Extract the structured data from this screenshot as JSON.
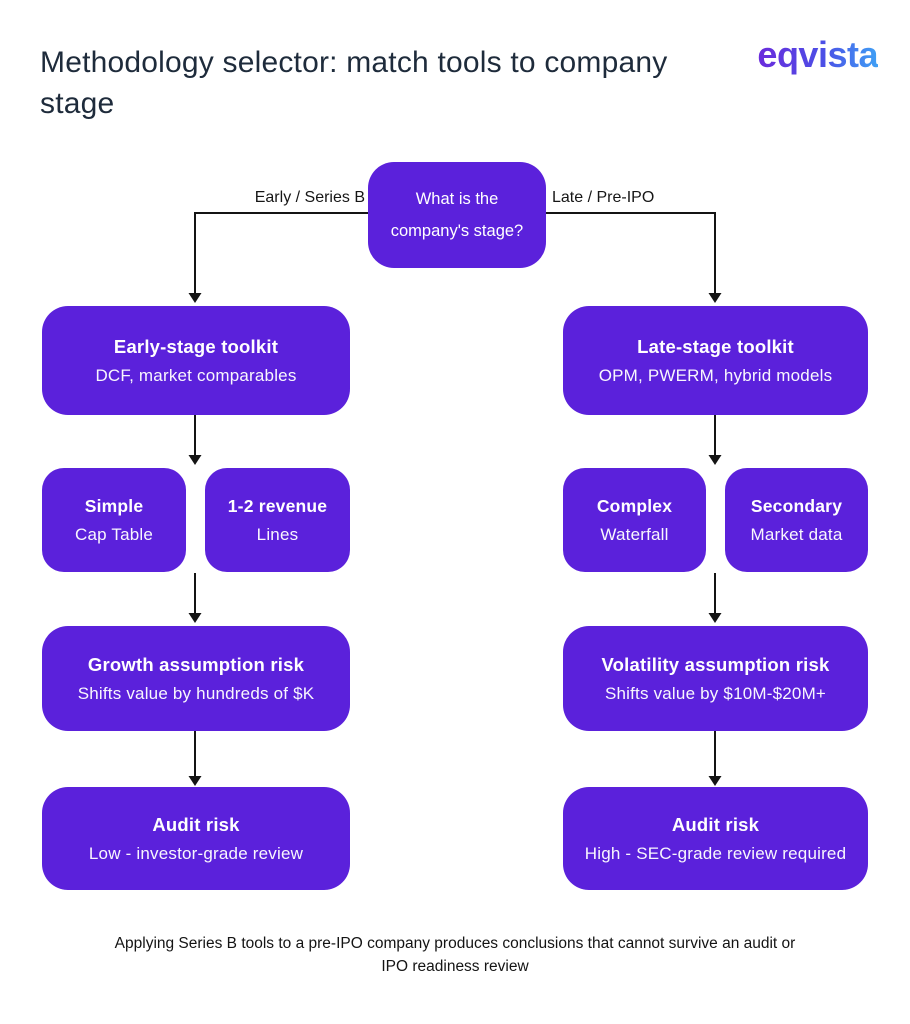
{
  "header": {
    "title": "Methodology selector: match tools to company stage",
    "logo": "eqvista"
  },
  "colors": {
    "node_purple": "#5B21DB",
    "title_navy": "#1E2B3B",
    "connector_black": "#141414",
    "logo_gradient_start": "#6B2BDC",
    "logo_gradient_end": "#3FA0F5"
  },
  "flowchart": {
    "root_question": {
      "line1": "What is the",
      "line2": "company's stage?"
    },
    "branch_labels": {
      "left": "Early / Series B",
      "right": "Late / Pre-IPO"
    },
    "left_branch": {
      "toolkit": {
        "title": "Early-stage toolkit",
        "subtitle": "DCF, market comparables"
      },
      "pair": [
        {
          "title": "Simple",
          "subtitle": "Cap Table"
        },
        {
          "title": "1-2 revenue",
          "subtitle": "Lines"
        }
      ],
      "risk": {
        "title": "Growth assumption risk",
        "subtitle": "Shifts value by hundreds of $K"
      },
      "audit": {
        "title": "Audit risk",
        "subtitle": "Low - investor-grade review"
      }
    },
    "right_branch": {
      "toolkit": {
        "title": "Late-stage toolkit",
        "subtitle": "OPM, PWERM, hybrid models"
      },
      "pair": [
        {
          "title": "Complex",
          "subtitle": "Waterfall"
        },
        {
          "title": "Secondary",
          "subtitle": "Market data"
        }
      ],
      "risk": {
        "title": "Volatility assumption risk",
        "subtitle": "Shifts value by $10M-$20M+"
      },
      "audit": {
        "title": "Audit risk",
        "subtitle": "High - SEC-grade review required"
      }
    }
  },
  "footer": {
    "note": "Applying Series B tools to a pre-IPO company produces conclusions that cannot survive an audit or IPO readiness review"
  }
}
